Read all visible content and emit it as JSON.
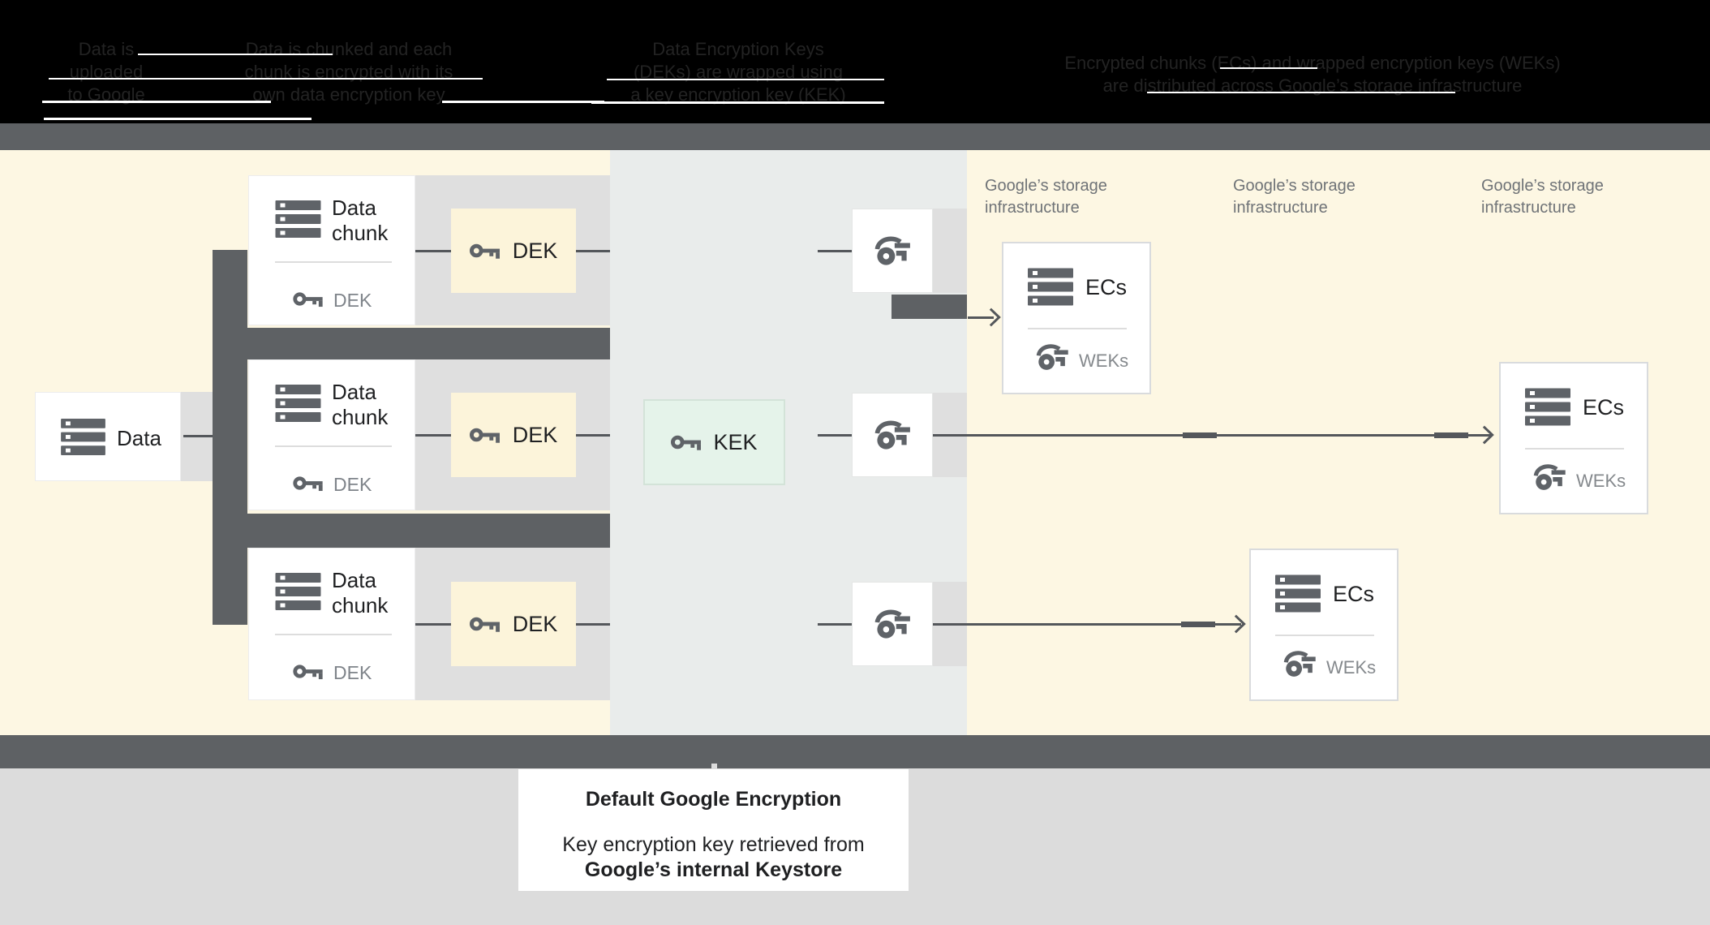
{
  "header": {
    "captions": [
      {
        "lines": [
          "Data is",
          "uploaded",
          "to Google"
        ]
      },
      {
        "lines": [
          "Data is chunked and each",
          "chunk is encrypted with its",
          "own data encryption key"
        ]
      },
      {
        "lines": [
          "Data Encryption Keys",
          "(DEKs) are wrapped using",
          "a key encryption key (KEK)"
        ]
      },
      {
        "lines": [
          "Encrypted chunks (ECs) and wrapped encryption keys (WEKs)",
          "are distributed across Google’s storage infrastructure"
        ]
      }
    ]
  },
  "diagram": {
    "source_label": "Data",
    "rows": [
      {
        "chunk_line1": "Data",
        "chunk_line2": "chunk",
        "chunk_key_label": "DEK",
        "dek_label": "DEK"
      },
      {
        "chunk_line1": "Data",
        "chunk_line2": "chunk",
        "chunk_key_label": "DEK",
        "dek_label": "DEK"
      },
      {
        "chunk_line1": "Data",
        "chunk_line2": "chunk",
        "chunk_key_label": "DEK",
        "dek_label": "DEK"
      }
    ],
    "kek_label": "KEK",
    "storage_labels": [
      {
        "line1": "Google’s storage",
        "line2": "infrastructure"
      },
      {
        "line1": "Google’s storage",
        "line2": "infrastructure"
      },
      {
        "line1": "Google’s storage",
        "line2": "infrastructure"
      }
    ],
    "ecs_boxes": [
      {
        "label": "ECs",
        "key_label": "WEKs"
      },
      {
        "label": "ECs",
        "key_label": "WEKs"
      },
      {
        "label": "ECs",
        "key_label": "WEKs"
      }
    ],
    "icons": {
      "stack": "storage-stack-icon",
      "key": "key-icon",
      "wrapped_key": "wrapped-key-icon"
    }
  },
  "caption": {
    "title": "Default Google Encryption",
    "line1": "Key encryption key retrieved from",
    "line2": "Google’s internal Keystore"
  },
  "colors": {
    "bar_dark": "#5e6164",
    "region_yellow": "#fdf7e3",
    "region_mid": "#e9eceb",
    "pipe_gray": "#dfdfdf",
    "dek_fill": "#fcf4da",
    "kek_fill": "#e5f3ea",
    "kek_border": "#d3e3d8",
    "ecs_border": "#d9dbdd",
    "icon_gray": "#5f6368",
    "text_dark": "#1f2022",
    "text_gray": "#7f848a",
    "storage_label_gray": "#6f7377",
    "weks_gray": "#85898d",
    "footer_bg": "#dcdcdc",
    "header_text": "#232323",
    "line_gray": "#54575b"
  }
}
